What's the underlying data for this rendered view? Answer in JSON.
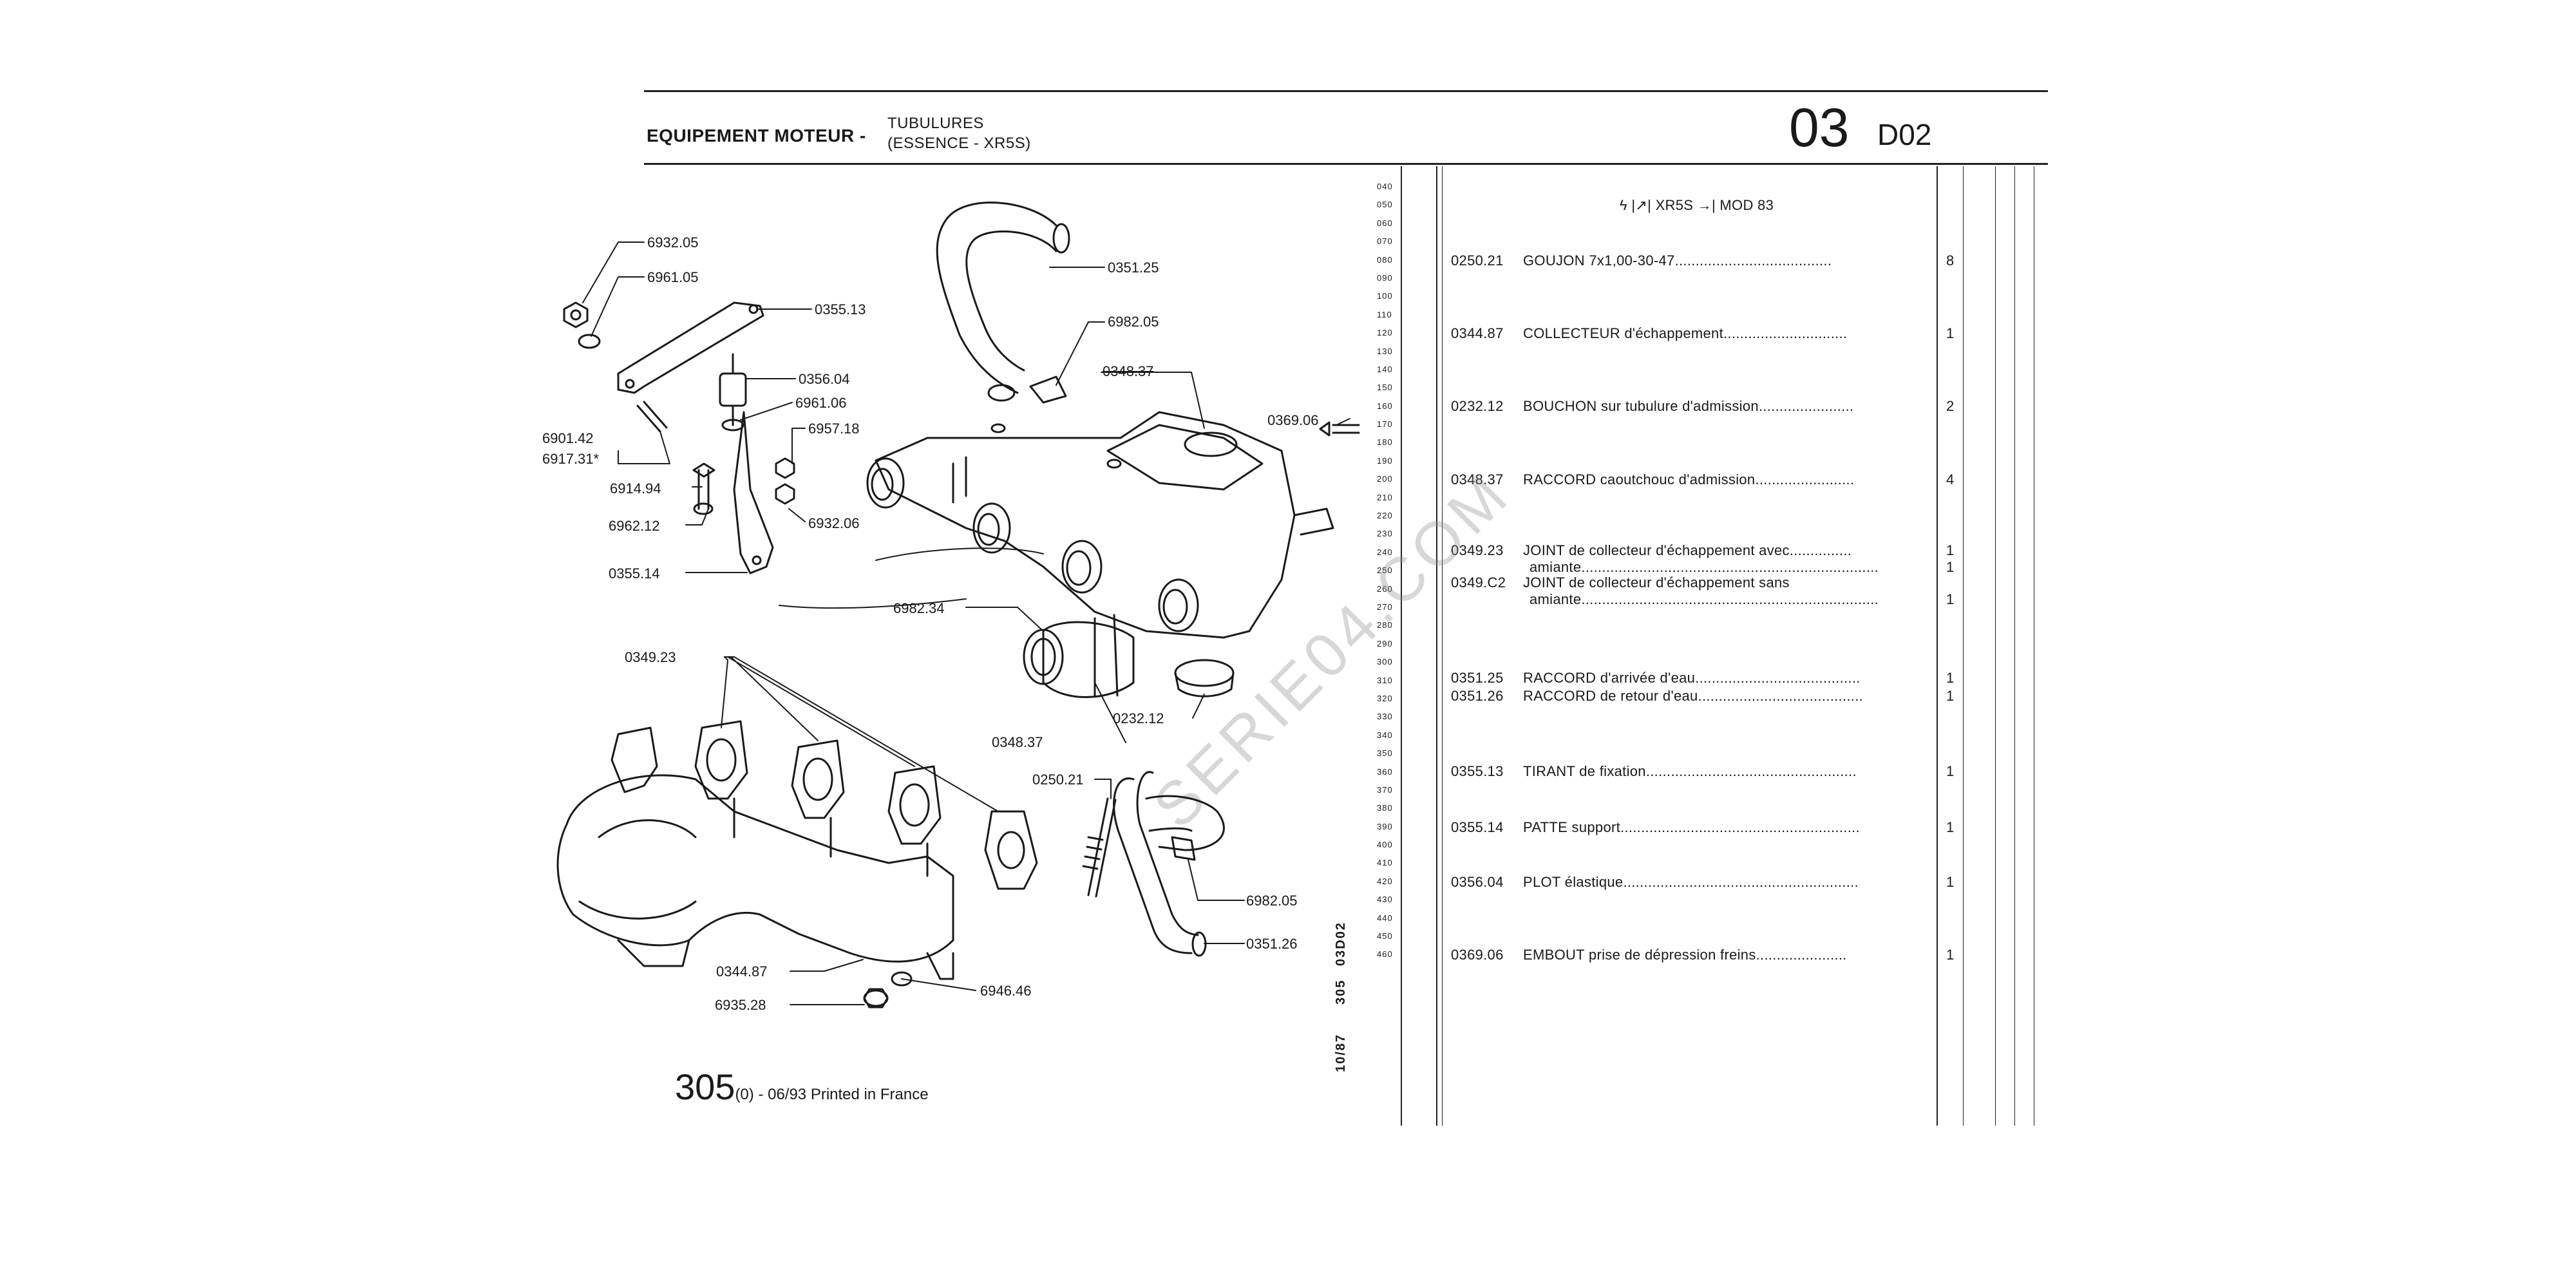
{
  "header": {
    "section": "EQUIPEMENT MOTEUR -",
    "title_line1": "TUBULURES",
    "title_line2": "(ESSENCE - XR5S)",
    "group_number": "03",
    "group_code": "D02"
  },
  "range_numbers": [
    "040",
    "050",
    "060",
    "070",
    "080",
    "090",
    "100",
    "110",
    "120",
    "130",
    "140",
    "150",
    "160",
    "170",
    "180",
    "190",
    "200",
    "210",
    "220",
    "230",
    "240",
    "250",
    "260",
    "270",
    "280",
    "290",
    "300",
    "310",
    "320",
    "330",
    "340",
    "350",
    "360",
    "370",
    "380",
    "390",
    "400",
    "410",
    "420",
    "430",
    "440",
    "450",
    "460"
  ],
  "diagram_labels": [
    {
      "id": "lbl-6932-05",
      "text": "6932.05"
    },
    {
      "id": "lbl-6961-05",
      "text": "6961.05"
    },
    {
      "id": "lbl-0355-13",
      "text": "0355.13"
    },
    {
      "id": "lbl-0356-04",
      "text": "0356.04"
    },
    {
      "id": "lbl-6961-06",
      "text": "6961.06"
    },
    {
      "id": "lbl-6957-18",
      "text": "6957.18"
    },
    {
      "id": "lbl-6901-42",
      "text": "6901.42"
    },
    {
      "id": "lbl-6917-31",
      "text": "6917.31*"
    },
    {
      "id": "lbl-6914-94",
      "text": "6914.94"
    },
    {
      "id": "lbl-6932-06",
      "text": "6932.06"
    },
    {
      "id": "lbl-6962-12",
      "text": "6962.12"
    },
    {
      "id": "lbl-0355-14",
      "text": "0355.14"
    },
    {
      "id": "lbl-0351-25",
      "text": "0351.25"
    },
    {
      "id": "lbl-6982-05a",
      "text": "6982.05"
    },
    {
      "id": "lbl-0348-37a",
      "text": "0348.37"
    },
    {
      "id": "lbl-0369-06",
      "text": "0369.06"
    },
    {
      "id": "lbl-6982-34",
      "text": "6982.34"
    },
    {
      "id": "lbl-0349-23",
      "text": "0349.23"
    },
    {
      "id": "lbl-0348-37b",
      "text": "0348.37"
    },
    {
      "id": "lbl-0232-12",
      "text": "0232.12"
    },
    {
      "id": "lbl-0250-21",
      "text": "0250.21"
    },
    {
      "id": "lbl-6982-05b",
      "text": "6982.05"
    },
    {
      "id": "lbl-0351-26",
      "text": "0351.26"
    },
    {
      "id": "lbl-0344-87",
      "text": "0344.87"
    },
    {
      "id": "lbl-6935-28",
      "text": "6935.28"
    },
    {
      "id": "lbl-6946-46",
      "text": "6946.46"
    }
  ],
  "applicability": {
    "vehicle": "XR5S",
    "until": "MOD 83"
  },
  "parts": [
    {
      "ref": "0250.21",
      "text": "GOUJON 7x1,00-30-47......................................",
      "qty": "8"
    },
    {
      "ref": "0344.87",
      "text": "COLLECTEUR d'échappement..............................",
      "qty": "1"
    },
    {
      "ref": "0232.12",
      "text": "BOUCHON sur tubulure d'admission.......................",
      "qty": "2"
    },
    {
      "ref": "0348.37",
      "text": "RACCORD caoutchouc d'admission........................",
      "qty": "4"
    },
    {
      "ref": "0349.23",
      "text": "JOINT de collecteur d'échappement avec...............",
      "qty": "1",
      "cont": "amiante........................................................................",
      "cont_qty": "1"
    },
    {
      "ref": "0349.C2",
      "text": "JOINT de collecteur d'échappement sans",
      "qty": "",
      "cont": "amiante........................................................................",
      "cont_qty": "1"
    },
    {
      "ref": "0351.25",
      "text": "RACCORD d'arrivée d'eau........................................",
      "qty": "1"
    },
    {
      "ref": "0351.26",
      "text": "RACCORD de retour d'eau........................................",
      "qty": "1"
    },
    {
      "ref": "0355.13",
      "text": "TIRANT de fixation...................................................",
      "qty": "1"
    },
    {
      "ref": "0355.14",
      "text": "PATTE support..........................................................",
      "qty": "1"
    },
    {
      "ref": "0356.04",
      "text": "PLOT élastique.........................................................",
      "qty": "1"
    },
    {
      "ref": "0369.06",
      "text": "EMBOUT prise de dépression freins......................",
      "qty": "1"
    }
  ],
  "side_code": {
    "date": "10/87",
    "model": "305",
    "page_code": "03D02"
  },
  "footer": {
    "model": "305",
    "suffix": "(0) - 06/93 Printed in France"
  },
  "watermark": "SERIE04.COM"
}
